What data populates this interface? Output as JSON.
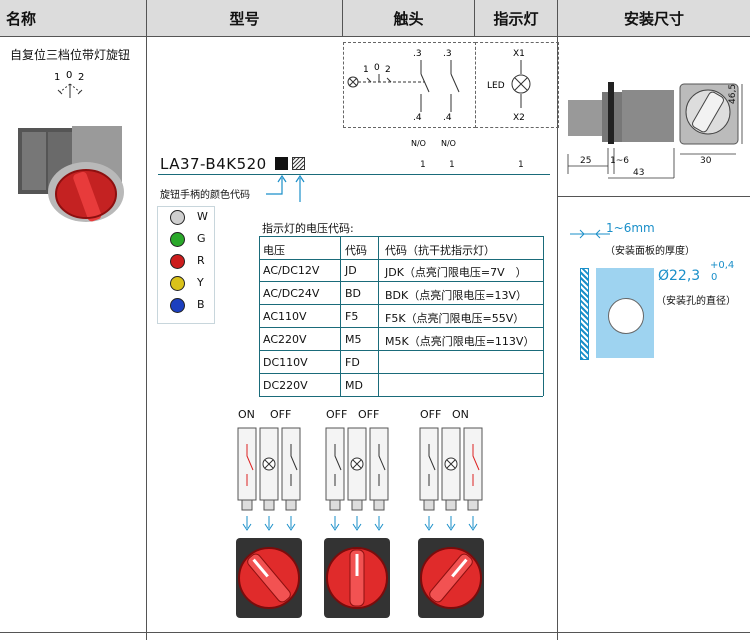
{
  "header": {
    "name": "名称",
    "model": "型号",
    "contact": "触头",
    "indicator": "指示灯",
    "install": "安装尺寸"
  },
  "product": {
    "name": "自复位三档位带灯旋钮",
    "pos_1": "1",
    "pos_0": "0",
    "pos_2": "2"
  },
  "model": {
    "code": "LA37-B4K520",
    "handle_color_label": "旋钮手柄的颜色代码",
    "contact_counts": [
      "1",
      "1"
    ],
    "indicator_count": "1"
  },
  "contact_diagram": {
    "t1": "1",
    "t0": "0",
    "t2": "2",
    "top_a": ".3",
    "top_b": ".3",
    "bot_a": ".4",
    "bot_b": ".4",
    "no_a": "N/O",
    "no_b": "N/O"
  },
  "indicator_diagram": {
    "x1": "X1",
    "led": "LED",
    "x2": "X2"
  },
  "colors": [
    {
      "code": "W",
      "hex": "#cfcfcf"
    },
    {
      "code": "G",
      "hex": "#2aa82a"
    },
    {
      "code": "R",
      "hex": "#cc1d1d"
    },
    {
      "code": "Y",
      "hex": "#d9c21a"
    },
    {
      "code": "B",
      "hex": "#1c3fbf"
    }
  ],
  "voltage_table": {
    "title": "指示灯的电压代码:",
    "headers": [
      "电压",
      "代码",
      "代码（抗干扰指示灯）"
    ],
    "rows": [
      [
        "AC/DC12V",
        "JD",
        "JDK（点亮门限电压=7V　）"
      ],
      [
        "AC/DC24V",
        "BD",
        "BDK（点亮门限电压=13V）"
      ],
      [
        "AC110V",
        "F5",
        "F5K（点亮门限电压=55V）"
      ],
      [
        "AC220V",
        "M5",
        "M5K（点亮门限电压=113V）"
      ],
      [
        "DC110V",
        "FD",
        ""
      ],
      [
        "DC220V",
        "MD",
        ""
      ]
    ]
  },
  "switch_states": [
    {
      "left": "ON",
      "right": "OFF"
    },
    {
      "left": "OFF",
      "right": "OFF"
    },
    {
      "left": "OFF",
      "right": "ON"
    }
  ],
  "dimensions": {
    "d25": "25",
    "d1_6": "1~6",
    "d43": "43",
    "d30": "30",
    "d46_5": "46,5",
    "panel_range": "1~6mm",
    "panel_label": "（安装面板的厚度）",
    "hole": "Ø22,3",
    "tol_top": "+0,4",
    "tol_bot": "0",
    "hole_label": "（安装孔的直径）"
  },
  "accent": "#1a8fc9"
}
